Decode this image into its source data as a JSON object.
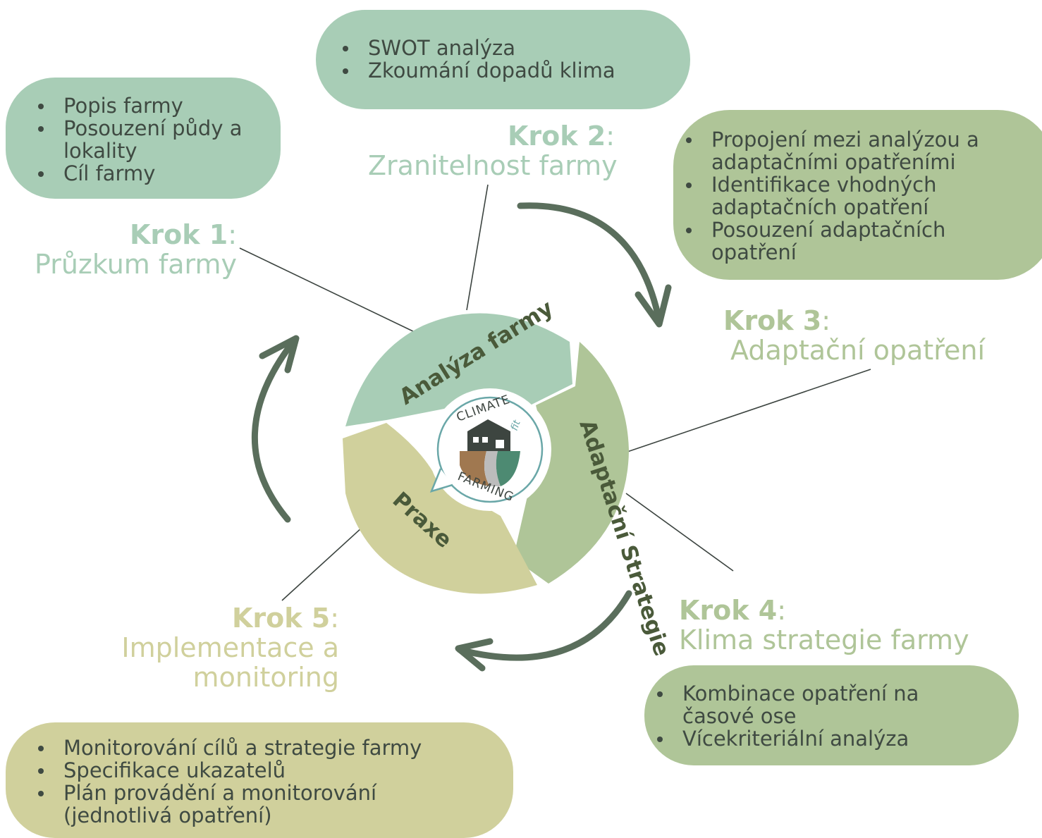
{
  "steps": [
    {
      "label": "Krok 1",
      "title": "Průzkum farmy",
      "bullets": [
        "Popis farmy",
        "Posouzení půdy a lokality",
        "Cíl farmy"
      ]
    },
    {
      "label": "Krok 2",
      "title": "Zranitelnost farmy",
      "bullets": [
        "SWOT analýza",
        "Zkoumání dopadů klima"
      ]
    },
    {
      "label": "Krok 3",
      "title": "Adaptační opatření",
      "bullets": [
        "Propojení mezi analýzou a adaptačními opatřeními",
        "Identifikace vhodných adaptačních opatření",
        "Posouzení adaptačních opatření"
      ]
    },
    {
      "label": "Krok 4",
      "title": "Klima strategie farmy",
      "bullets": [
        "Kombinace opatření na časové ose",
        "Vícekriteriální analýza"
      ]
    },
    {
      "label": "Krok 5",
      "title": "Implementace a monitoring",
      "bullets": [
        "Monitorování cílů a strategie farmy",
        "Specifikace ukazatelů",
        "Plán provádění a monitorování (jednotlivá opatření)"
      ]
    }
  ],
  "cycle": {
    "segments": [
      "Analýza farmy",
      "Adaptační Strategie",
      "Praxe"
    ],
    "logo": {
      "top": "CLIMATE",
      "fit": "fit",
      "bottom": "FARMING"
    }
  },
  "colors": {
    "analysis": "#a8cdb6",
    "strategy": "#afc598",
    "practice": "#d0d09c",
    "arrow": "#5a6e5c"
  }
}
